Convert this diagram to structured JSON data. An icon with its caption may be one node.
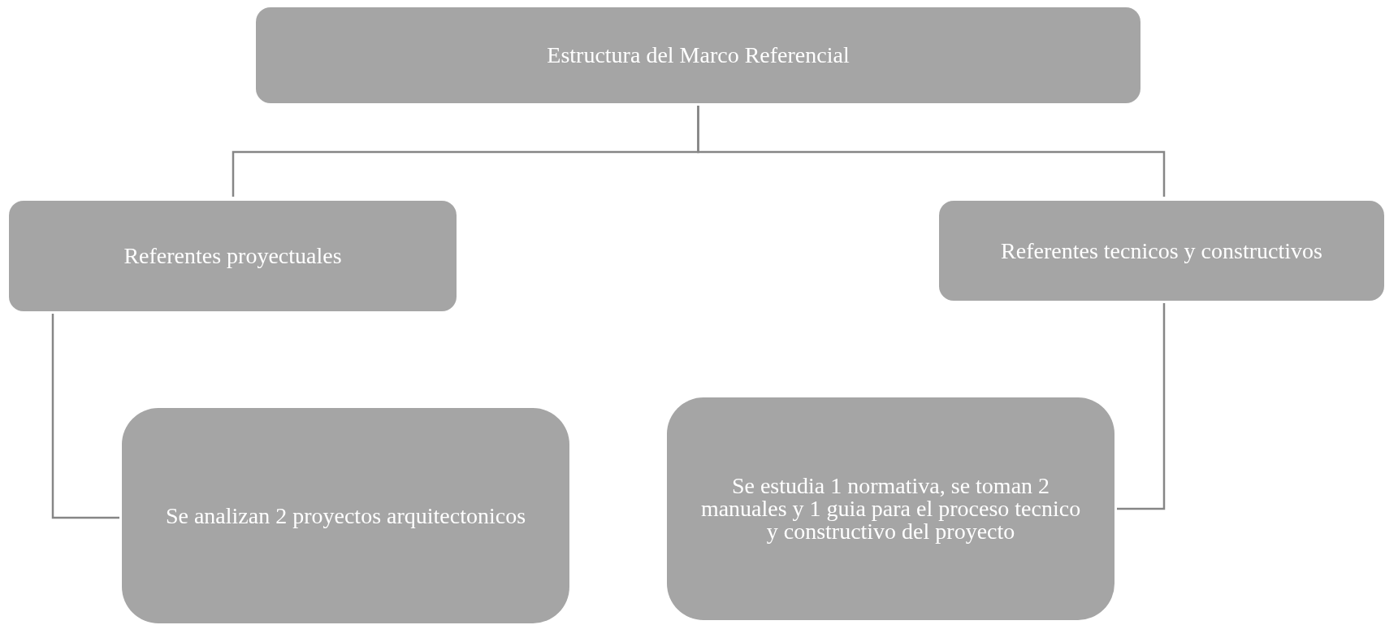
{
  "diagram": {
    "nodes": [
      {
        "text": [
          "Estructura del Marco Referencial"
        ]
      },
      {
        "text": [
          "Referentes proyectuales"
        ]
      },
      {
        "text": [
          "Referentes tecnicos y constructivos"
        ]
      },
      {
        "text": [
          "Se analizan 2 proyectos arquitectonicos"
        ]
      },
      {
        "text": [
          "Se estudia 1 normativa, se toman 2 manuales y 1 guia para el proceso tecnico y constructivo del proyecto"
        ]
      }
    ],
    "edges": [
      {
        "from": 0,
        "to": 1,
        "arrow": "none"
      },
      {
        "from": 0,
        "to": 2,
        "arrow": "none"
      },
      {
        "from": 1,
        "to": 3,
        "arrow": "none"
      },
      {
        "from": 2,
        "to": 4,
        "arrow": "none"
      }
    ]
  }
}
